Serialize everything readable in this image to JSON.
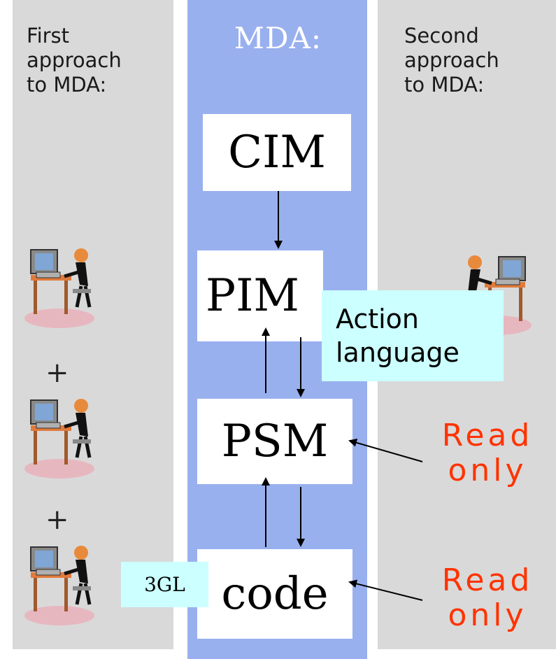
{
  "left_column": {
    "title": "First\napproach\nto MDA:",
    "plus_sign": "+"
  },
  "right_column": {
    "title": "Second\napproach\nto MDA:"
  },
  "middle_column": {
    "title": "MDA:"
  },
  "boxes": {
    "cim": "CIM",
    "pim": "PIM",
    "psm": "PSM",
    "code": "code"
  },
  "callouts": {
    "action_language": [
      "Action",
      "language"
    ],
    "third_gl": "3GL"
  },
  "annotations": {
    "read_only": "Read\nonly"
  },
  "icons": [
    "programmer-at-computer-icon",
    "programmer-at-computer-icon",
    "programmer-at-computer-icon",
    "programmer-at-computer-icon"
  ],
  "colors": {
    "side_columns": "#d9d9d9",
    "mda_column": "#99b0ef",
    "callout": "#ccffff",
    "read_only_text": "#ff3300"
  }
}
